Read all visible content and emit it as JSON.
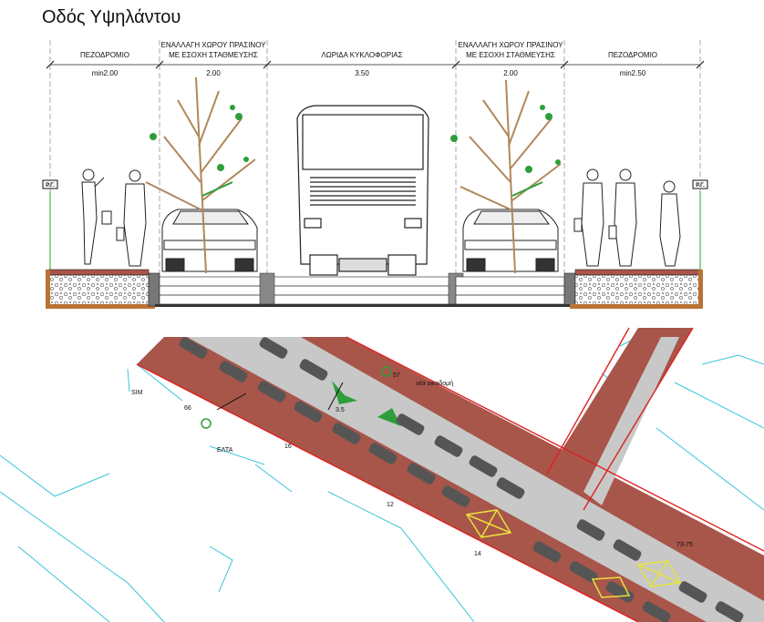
{
  "title": "Οδός Υψηλάντου",
  "section": {
    "zones": [
      {
        "name": "ΠΕΖΟΔΡΟΜΙΟ",
        "line2": "",
        "dim": "min2.00"
      },
      {
        "name": "ΕΝΑΛΛΑΓΗ ΧΩΡΟΥ ΠΡΑΣΙΝΟΥ",
        "line2": "ΜΕ ΕΣΟΧΗ ΣΤΑΘΜΕΥΣΗΣ",
        "dim": "2.00"
      },
      {
        "name": "ΛΩΡΙΔΑ ΚΥΚΛΟΦΟΡΙΑΣ",
        "line2": "",
        "dim": "3.50"
      },
      {
        "name": "ΕΝΑΛΛΑΓΗ ΧΩΡΟΥ ΠΡΑΣΙΝΟΥ",
        "line2": "ΜΕ ΕΣΟΧΗ ΣΤΑΘΜΕΥΣΗΣ",
        "dim": "2.00"
      },
      {
        "name": "ΠΕΖΟΔΡΟΜΙΟ",
        "line2": "",
        "dim": "min2.50"
      }
    ],
    "pl_left": "Ρ.Γ.",
    "pl_right": "Ρ.Γ."
  },
  "plan": {
    "labels": {
      "sim": "SIM",
      "elta": "ΕΛΤΑ",
      "new_building": "νέα οικοδομή",
      "num_57": "57",
      "num_66": "66",
      "num_73": "73-75",
      "num_12": "12",
      "num_14": "14",
      "num_16": "16",
      "width_35": "3.5"
    }
  },
  "colors": {
    "brick": "#a8554a",
    "road": "#c8c8c8",
    "tree": "#b0885a",
    "foliage": "#2e9e3a",
    "property_line": "#e02020",
    "parcel_line": "#36c6d6",
    "marking": "#e8e23a"
  }
}
